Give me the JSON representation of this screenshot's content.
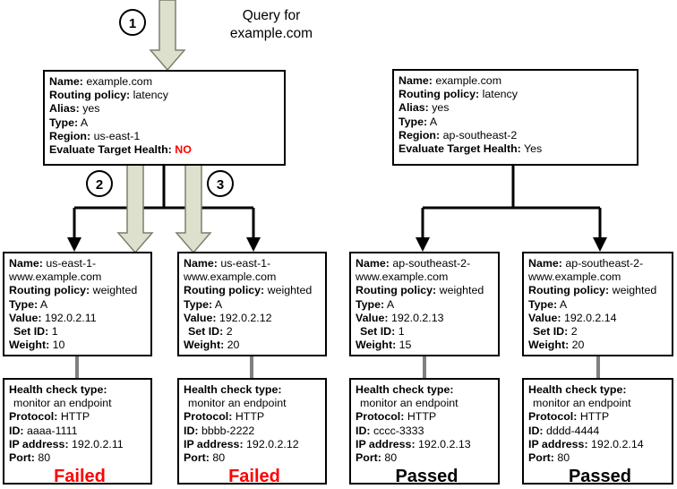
{
  "title": {
    "text": "Query for\nexample.com"
  },
  "markers": [
    {
      "id": "marker-1",
      "label": "1"
    },
    {
      "id": "marker-2",
      "label": "2"
    },
    {
      "id": "marker-3",
      "label": "3"
    }
  ],
  "colors": {
    "arrow_fill": "#dde0cc",
    "arrow_stroke": "#7f7f6b",
    "line": "#000000",
    "alert": "#ff0000",
    "stub": "#808080"
  },
  "alias_records": [
    {
      "name_label": "Name:",
      "name_value": "example.com",
      "routing_label": "Routing policy:",
      "routing_value": "latency",
      "alias_label": "Alias:",
      "alias_value": "yes",
      "type_label": "Type:",
      "type_value": "A",
      "region_label": "Region:",
      "region_value": "us-east-1",
      "eth_label": "Evaluate Target Health:",
      "eth_value": "NO",
      "eth_alert": true
    },
    {
      "name_label": "Name:",
      "name_value": "example.com",
      "routing_label": "Routing policy:",
      "routing_value": "latency",
      "alias_label": "Alias:",
      "alias_value": "yes",
      "type_label": "Type:",
      "type_value": "A",
      "region_label": "Region:",
      "region_value": "ap-southeast-2",
      "eth_label": "Evaluate Target Health:",
      "eth_value": "Yes",
      "eth_alert": false
    }
  ],
  "weighted_records": [
    {
      "name_label": "Name:",
      "name_value": "us-east-1-",
      "name_value2": "www.example.com",
      "routing_label": "Routing policy:",
      "routing_value": "weighted",
      "type_label": "Type:",
      "type_value": "A",
      "value_label": "Value:",
      "value_value": "192.0.2.11",
      "setid_label": "Set ID:",
      "setid_value": "1",
      "weight_label": "Weight:",
      "weight_value": "10"
    },
    {
      "name_label": "Name:",
      "name_value": "us-east-1-",
      "name_value2": "www.example.com",
      "routing_label": "Routing policy:",
      "routing_value": "weighted",
      "type_label": "Type:",
      "type_value": "A",
      "value_label": "Value:",
      "value_value": "192.0.2.12",
      "setid_label": "Set ID:",
      "setid_value": "2",
      "weight_label": "Weight:",
      "weight_value": "20"
    },
    {
      "name_label": "Name:",
      "name_value": "ap-southeast-2-",
      "name_value2": "www.example.com",
      "routing_label": "Routing policy:",
      "routing_value": "weighted",
      "type_label": "Type:",
      "type_value": "A",
      "value_label": "Value:",
      "value_value": "192.0.2.13",
      "setid_label": "Set ID:",
      "setid_value": "1",
      "weight_label": "Weight:",
      "weight_value": "15"
    },
    {
      "name_label": "Name:",
      "name_value": "ap-southeast-2-",
      "name_value2": "www.example.com",
      "routing_label": "Routing policy:",
      "routing_value": "weighted",
      "type_label": "Type:",
      "type_value": "A",
      "value_label": "Value:",
      "value_value": "192.0.2.14",
      "setid_label": "Set ID:",
      "setid_value": "2",
      "weight_label": "Weight:",
      "weight_value": "20"
    }
  ],
  "health_checks": [
    {
      "type_label": "Health check type:",
      "type_value": "monitor an endpoint",
      "protocol_label": "Protocol:",
      "protocol_value": "HTTP",
      "id_label": "ID:",
      "id_value": "aaaa-1111",
      "ip_label": "IP address:",
      "ip_value": "192.0.2.11",
      "port_label": "Port:",
      "port_value": "80",
      "status": "Failed",
      "status_state": "failed"
    },
    {
      "type_label": "Health check type:",
      "type_value": "monitor an endpoint",
      "protocol_label": "Protocol:",
      "protocol_value": "HTTP",
      "id_label": "ID:",
      "id_value": "bbbb-2222",
      "ip_label": "IP address:",
      "ip_value": "192.0.2.12",
      "port_label": "Port:",
      "port_value": "80",
      "status": "Failed",
      "status_state": "failed"
    },
    {
      "type_label": "Health check type:",
      "type_value": "monitor an endpoint",
      "protocol_label": "Protocol:",
      "protocol_value": "HTTP",
      "id_label": "ID:",
      "id_value": "cccc-3333",
      "ip_label": "IP address:",
      "ip_value": "192.0.2.13",
      "port_label": "Port:",
      "port_value": "80",
      "status": "Passed",
      "status_state": "passed"
    },
    {
      "type_label": "Health check type:",
      "type_value": "monitor an endpoint",
      "protocol_label": "Protocol:",
      "protocol_value": "HTTP",
      "id_label": "ID:",
      "id_value": "dddd-4444",
      "ip_label": "IP address:",
      "ip_value": "192.0.2.14",
      "port_label": "Port:",
      "port_value": "80",
      "status": "Passed",
      "status_state": "passed"
    }
  ]
}
